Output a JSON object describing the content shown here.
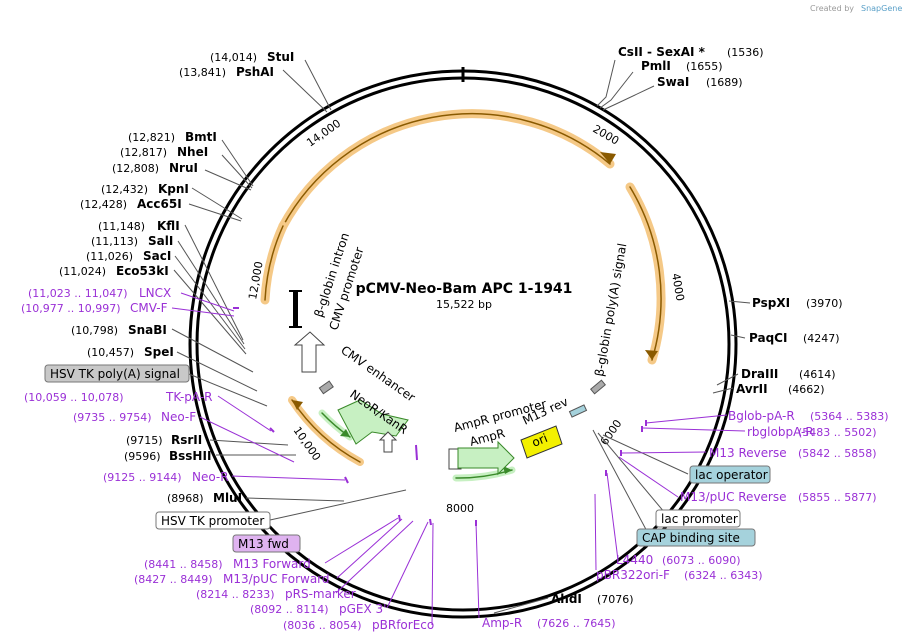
{
  "brand": "Created by",
  "brand_name": "SnapGene",
  "plasmid": {
    "name": "pCMV-Neo-Bam APC 1-1941",
    "size": "15,522 bp",
    "length": 15522
  },
  "ticks": [
    "2000",
    "4000",
    "6000",
    "8000",
    "10,000",
    "12,000",
    "14,000"
  ],
  "sites_right": [
    {
      "label": "CsII  -  SexAI *",
      "pos": "(1536)"
    },
    {
      "label": "PmlI",
      "pos": "(1655)"
    },
    {
      "label": "SwaI",
      "pos": "(1689)"
    },
    {
      "label": "PspXI",
      "pos": "(3970)"
    },
    {
      "label": "PaqCI",
      "pos": "(4247)"
    },
    {
      "label": "DraIII",
      "pos": "(4614)"
    },
    {
      "label": "AvrII",
      "pos": "(4662)"
    },
    {
      "label": "AhdI",
      "pos": "(7076)"
    }
  ],
  "sites_left": [
    {
      "label": "StuI",
      "pos": "(14,014)"
    },
    {
      "label": "PshAI",
      "pos": "(13,841)"
    },
    {
      "label": "BmtI",
      "pos": "(12,821)"
    },
    {
      "label": "NheI",
      "pos": "(12,817)"
    },
    {
      "label": "NruI",
      "pos": "(12,808)"
    },
    {
      "label": "KpnI",
      "pos": "(12,432)"
    },
    {
      "label": "Acc65I",
      "pos": "(12,428)"
    },
    {
      "label": "KflI",
      "pos": "(11,148)"
    },
    {
      "label": "SalI",
      "pos": "(11,113)"
    },
    {
      "label": "SacI",
      "pos": "(11,026)"
    },
    {
      "label": "Eco53kI",
      "pos": "(11,024)"
    },
    {
      "label": "SnaBI",
      "pos": "(10,798)"
    },
    {
      "label": "SpeI",
      "pos": "(10,457)"
    },
    {
      "label": "RsrII",
      "pos": "(9715)"
    },
    {
      "label": "BssHII",
      "pos": "(9596)"
    },
    {
      "label": "MluI",
      "pos": "(8968)"
    }
  ],
  "primers_right": [
    {
      "label": "Bglob-pA-R",
      "pos": "(5364 .. 5383)"
    },
    {
      "label": "rbglobpA-R",
      "pos": "(5483 .. 5502)"
    },
    {
      "label": "M13 Reverse",
      "pos": "(5842 .. 5858)"
    },
    {
      "label": "M13/pUC Reverse",
      "pos": "(5855 .. 5877)"
    },
    {
      "label": "L4440",
      "pos": "(6073 .. 6090)"
    },
    {
      "label": "pBR322ori-F",
      "pos": "(6324 .. 6343)"
    },
    {
      "label": "Amp-R",
      "pos": "(7626 .. 7645)"
    }
  ],
  "primers_left": [
    {
      "label": "LNCX",
      "pos": "(11,023 .. 11,047)"
    },
    {
      "label": "CMV-F",
      "pos": "(10,977 .. 10,997)"
    },
    {
      "label": "TK-pA-R",
      "pos": "(10,059 .. 10,078)"
    },
    {
      "label": "Neo-F",
      "pos": "(9735 .. 9754)"
    },
    {
      "label": "Neo-R",
      "pos": "(9125 .. 9144)"
    },
    {
      "label": "M13 Forward",
      "pos": "(8441 .. 8458)"
    },
    {
      "label": "M13/pUC Forward",
      "pos": "(8427 .. 8449)"
    },
    {
      "label": "pRS-marker",
      "pos": "(8214 .. 8233)"
    },
    {
      "label": "pGEX 3'",
      "pos": "(8092 .. 8114)"
    },
    {
      "label": "pBRforEco",
      "pos": "(8036 .. 8054)"
    }
  ],
  "boxed_features": {
    "hsv_polya": "HSV TK poly(A) signal",
    "hsv_promoter": "HSV TK promoter",
    "m13_fwd": "M13 fwd",
    "lac_operator": "lac operator",
    "lac_promoter": "lac promoter",
    "cap_site": "CAP binding site"
  },
  "inner_features": {
    "globin_polya": "β-globin poly(A) signal",
    "globin_intron": "β-globin intron",
    "cmv_promoter": "CMV promoter",
    "cmv_enhancer": "CMV enhancer",
    "neor": "NeoR/KanR",
    "ampr_promoter": "AmpR promoter",
    "ampr": "AmpR",
    "m13_rev": "M13 rev",
    "ori": "ori"
  },
  "colors": {
    "insert": "#f5c987",
    "insert_arrow": "#8a5a00",
    "cds": "#c7f0c2",
    "cds_arrow": "#3a8a2a",
    "ori": "#f3f000",
    "primer": "#9a30d6",
    "box_blue": "#a5d2dc",
    "box_purple": "#dfb3f0",
    "box_gray": "#c8c8c8"
  }
}
